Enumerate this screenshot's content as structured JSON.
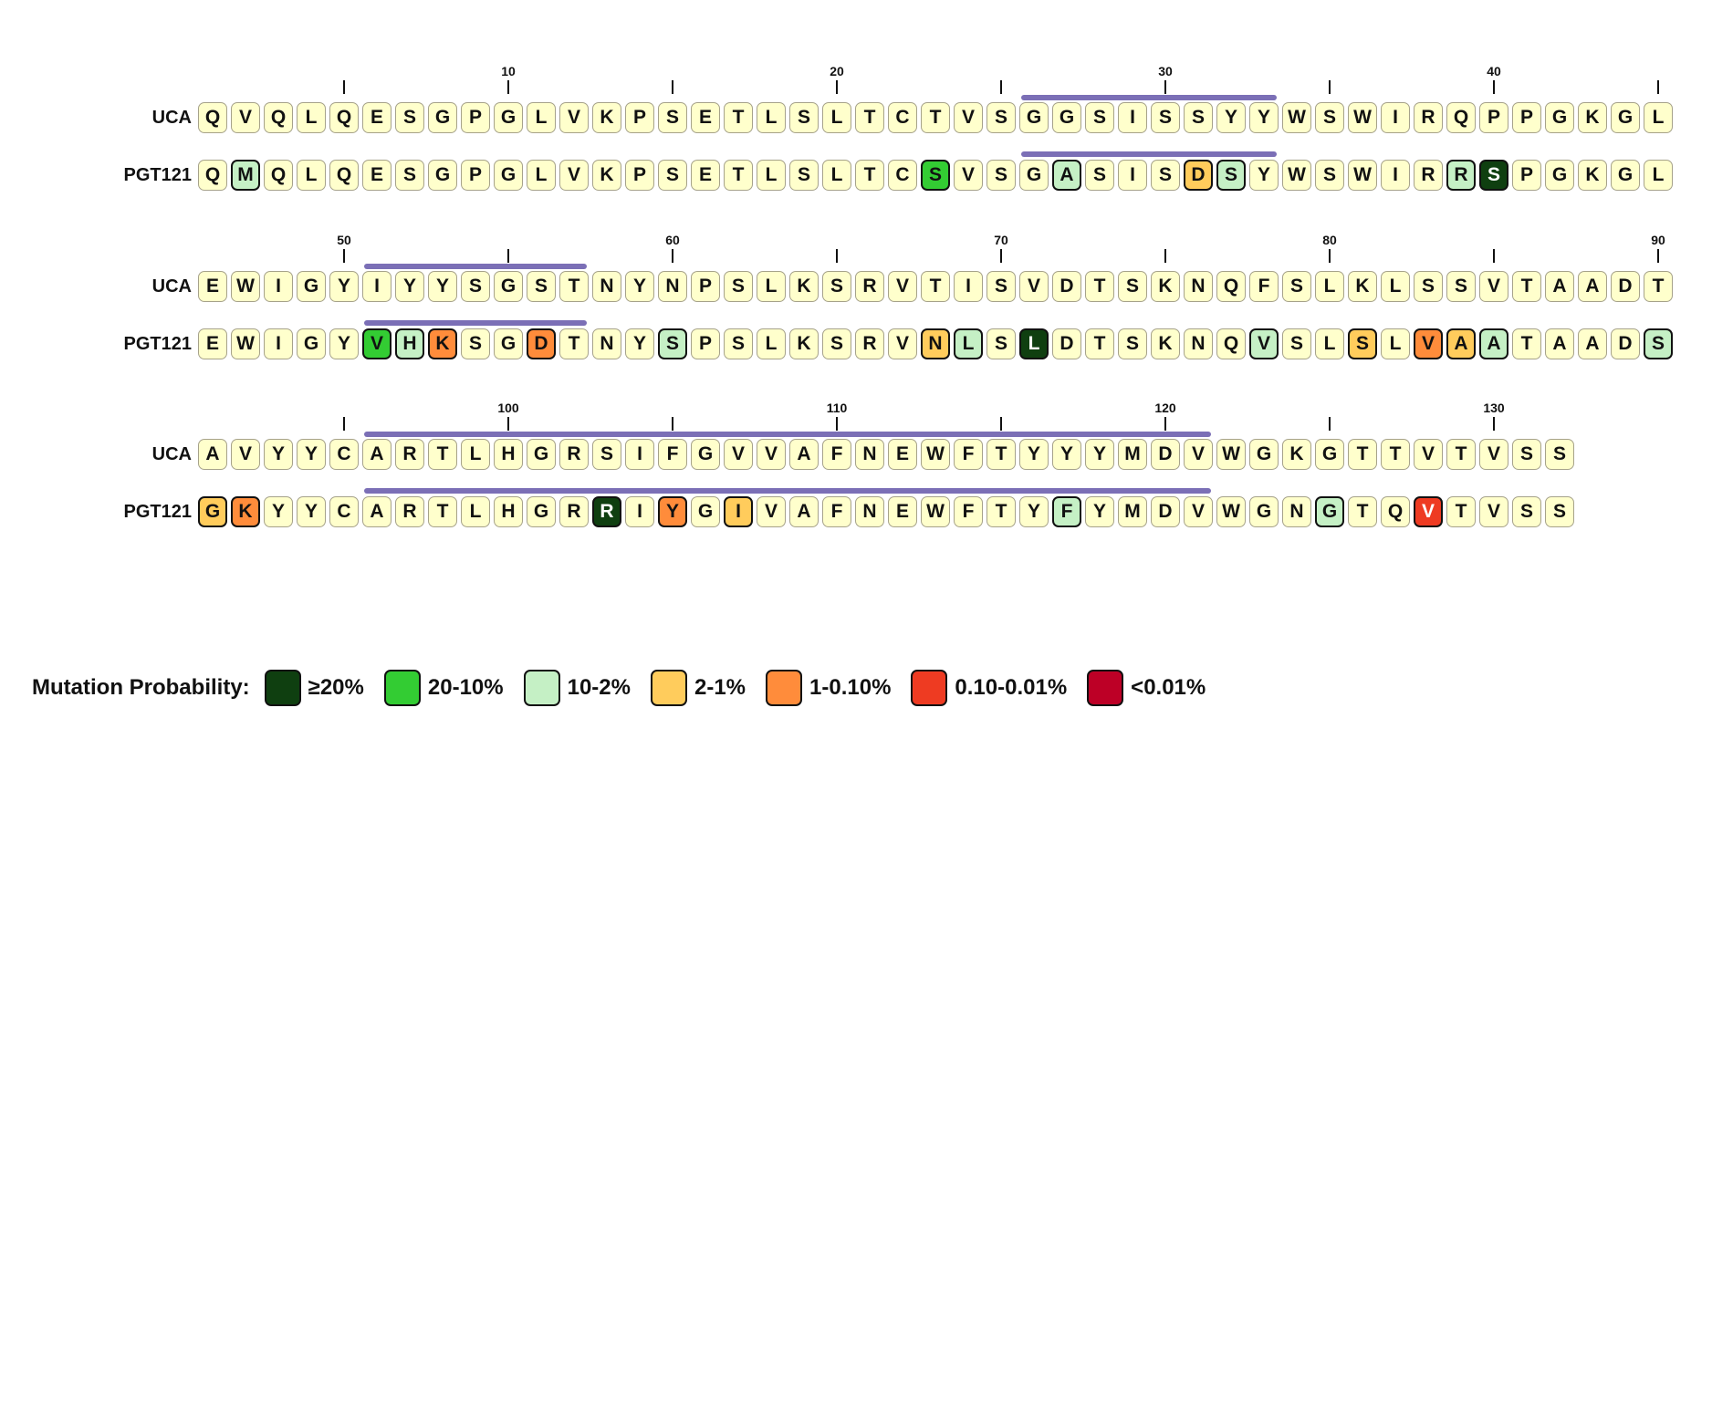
{
  "sequence_labels": {
    "germline": "UCA",
    "mature": "PGT121"
  },
  "blocks": [
    {
      "start": 1,
      "tick_labels": [
        10,
        20,
        30,
        40
      ],
      "ticks": [
        5,
        10,
        15,
        20,
        25,
        30,
        35,
        40,
        45
      ],
      "uca": "QVQLQESGPGLVKPSETLSLTCTVSGGSISSYYWSWIRQPPGKGL",
      "pgt121": "QMQLQESGPGLVKPSETLSLTCSVSGASISDSYWSWIRRSPGKGL",
      "cdr": [
        26,
        33
      ],
      "mutations": {
        "2": 2,
        "23": 1,
        "27": 2,
        "31": 3,
        "32": 2,
        "39": 2,
        "40": 0
      }
    },
    {
      "start": 46,
      "tick_labels": [
        50,
        60,
        70,
        80,
        90
      ],
      "ticks": [
        50,
        55,
        60,
        65,
        70,
        75,
        80,
        85,
        90
      ],
      "uca": "EWIGYIYYSGSTNYNPSLKSRVTISVDTSKNQFSLKLSSVTAADT",
      "pgt121": "EWIGYVHKSGDTNYSPSLKSRVNLSLDTSKNQVSLSLVAATAADS",
      "cdr": [
        51,
        57
      ],
      "mutations": {
        "51": 1,
        "52": 2,
        "53": 4,
        "56": 4,
        "60": 2,
        "68": 3,
        "69": 2,
        "71": 0,
        "78": 2,
        "81": 3,
        "83": 4,
        "84": 3,
        "85": 2,
        "90": 2
      }
    },
    {
      "start": 91,
      "tick_labels": [
        100,
        110,
        120,
        130
      ],
      "ticks": [
        95,
        100,
        105,
        110,
        115,
        120,
        125,
        130
      ],
      "uca": "AVYYCARTLHGRSIFGVVAFNEWFTYYYMDVWGKGTTVTVSS",
      "pgt121": "GKYYCARTLHGRRIYGIVAFNEWFTYFYMDVWGNGTQVTVSS",
      "cdr": [
        96,
        121
      ],
      "mutations": {
        "91": 3,
        "92": 4,
        "103": 0,
        "105": 4,
        "107": 3,
        "117": 2,
        "125": 2,
        "128": 5
      }
    }
  ],
  "legend": {
    "title": "Mutation Probability:",
    "categories": [
      {
        "label": "≥20%",
        "color": "#0f3f10",
        "text_color": "#ffffff"
      },
      {
        "label": "20-10%",
        "color": "#33cc33",
        "text_color": "#111111"
      },
      {
        "label": "10-2%",
        "color": "#c5f0c5",
        "text_color": "#111111"
      },
      {
        "label": "2-1%",
        "color": "#ffcc5c",
        "text_color": "#111111"
      },
      {
        "label": "1-0.10%",
        "color": "#ff8c3b",
        "text_color": "#111111"
      },
      {
        "label": "0.10-0.01%",
        "color": "#ee3b22",
        "text_color": "#ffffff"
      },
      {
        "label": "<0.01%",
        "color": "#bd0026",
        "text_color": "#ffffff"
      }
    ]
  },
  "colors": {
    "default_box": "#ffffcc",
    "cdr_bar": "#7b6fb6"
  }
}
